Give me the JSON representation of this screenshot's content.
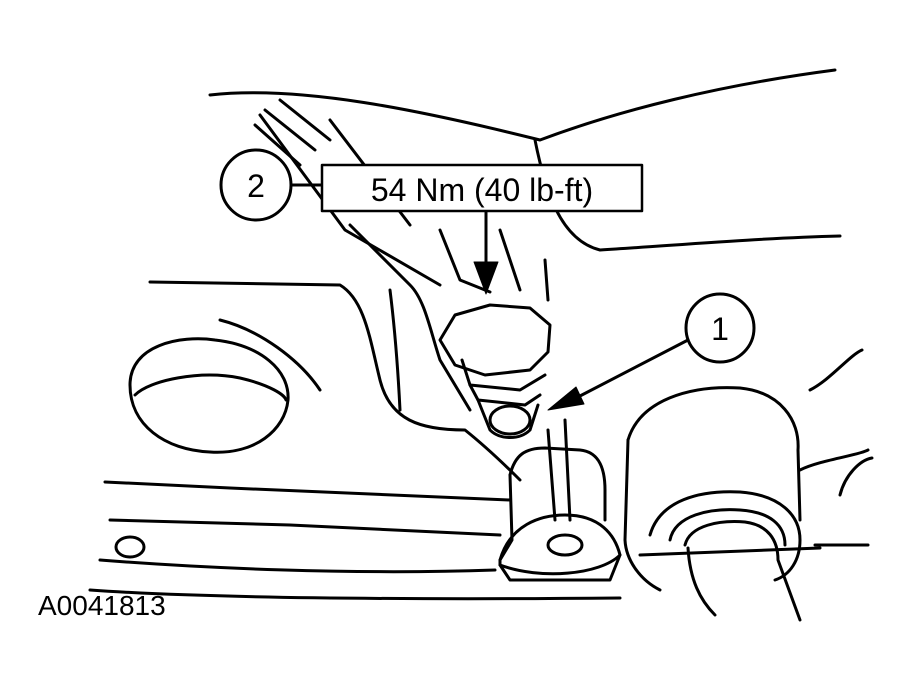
{
  "callouts": [
    {
      "number": "1"
    },
    {
      "number": "2"
    }
  ],
  "torque_spec": "54 Nm (40 lb-ft)",
  "figure_id": "A0041813",
  "colors": {
    "line": "#000000",
    "background": "#ffffff"
  }
}
